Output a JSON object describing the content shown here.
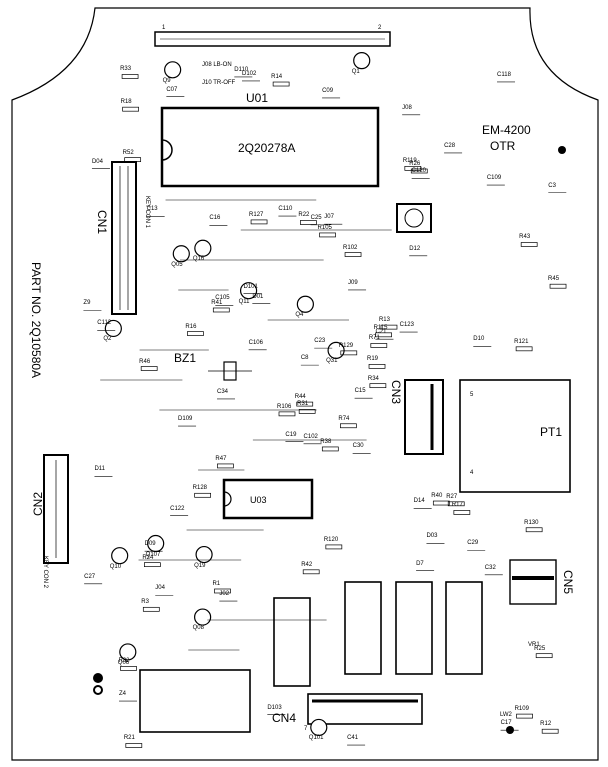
{
  "board": {
    "model": "EM-4200",
    "variant": "OTR",
    "part_number": "PART NO. 2Q10580A",
    "main_ic_ref": "U01",
    "main_ic_code": "2Q20278A",
    "sub_ic_ref": "U03",
    "buzzer_ref": "BZ1",
    "transformer_ref": "PT1",
    "cn1_label": "CN1",
    "cn2_label": "CN2",
    "cn3_label": "CN3",
    "cn4_label": "CN4",
    "cn5_label": "CN5",
    "jumper_1": "J08 LB-ON",
    "jumper_2": "J10 TR-OFF",
    "key_con_1": "KEY CON 1",
    "key_con_2": "KEY CON 2",
    "vr_label": "VR1",
    "ground_label": "LW2",
    "pin_1": "1",
    "pin_2": "2",
    "pin_4": "4",
    "pin_5": "5",
    "pin_7": "7"
  },
  "components": [
    "R38",
    "R31",
    "R32",
    "R71",
    "J02",
    "J08",
    "J07",
    "R26",
    "C15",
    "C07",
    "R12",
    "R46",
    "C3",
    "C19",
    "D12",
    "R22",
    "J09",
    "J04",
    "D01",
    "Z4",
    "C25",
    "C21",
    "R17",
    "C13",
    "Q2",
    "D14",
    "R45",
    "R44",
    "C8",
    "C16",
    "C28",
    "R1",
    "C17",
    "R25",
    "R27",
    "Q1",
    "Q11",
    "R16",
    "D7",
    "Z9",
    "R19",
    "R21",
    "R34",
    "R3",
    "R43",
    "D04",
    "D03",
    "Q08",
    "Q9",
    "R33",
    "C09",
    "C34",
    "Q16",
    "C23",
    "C27",
    "R42",
    "R40",
    "R41",
    "Q06",
    "R18",
    "Q05",
    "D11",
    "Q4",
    "R129",
    "R130",
    "R121",
    "R120",
    "C41",
    "C123",
    "Q31",
    "Q101",
    "R119",
    "C120",
    "D109",
    "D110",
    "C112",
    "C122",
    "Q19",
    "R115",
    "C109",
    "C106",
    "R105",
    "R106",
    "D102",
    "Q10",
    "C102",
    "C110",
    "R14",
    "R24",
    "C118",
    "R102",
    "R127",
    "R128",
    "R109",
    "D103",
    "D10",
    "Q107",
    "C105",
    "C29",
    "R47",
    "D09",
    "D101",
    "C30",
    "C32",
    "R74",
    "R13",
    "R52"
  ],
  "colors": {
    "ink": "#000000",
    "paper": "#ffffff"
  }
}
